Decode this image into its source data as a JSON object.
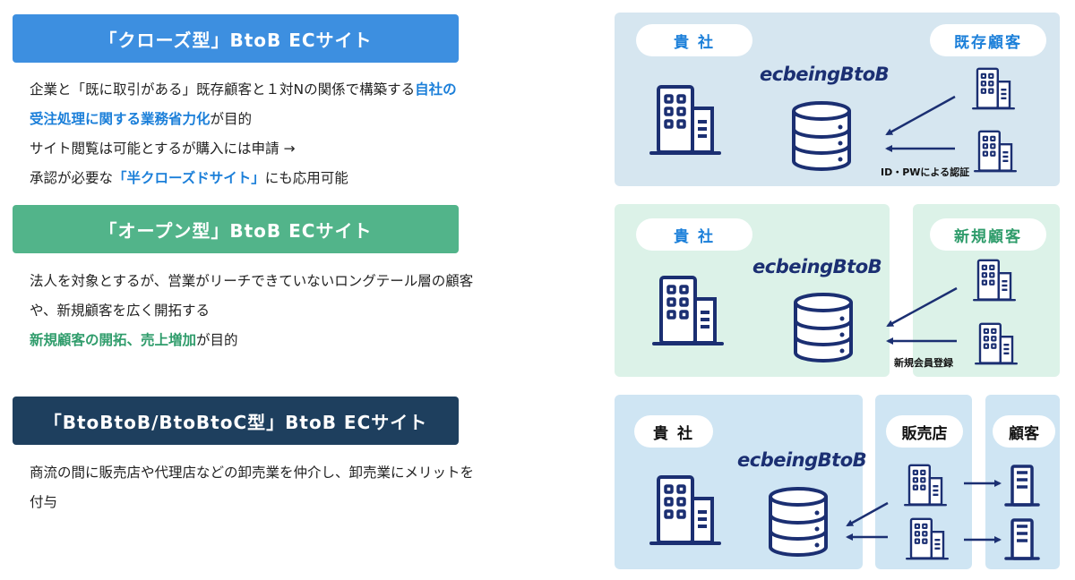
{
  "sections": [
    {
      "title": "「クローズ型」BtoB ECサイト",
      "color": "#3d8fe0",
      "lines": [
        [
          {
            "t": "企業と「既に取引がある」既存顧客と１対Nの関係で構築する"
          },
          {
            "t": "自社の",
            "hl": true
          }
        ],
        [
          {
            "t": "受注処理に関する業務省力化",
            "hl": true
          },
          {
            "t": "が目的"
          }
        ],
        [
          {
            "t": "サイト閲覧は可能とするが購入には申請 →"
          }
        ],
        [
          {
            "t": " 承認が必要な"
          },
          {
            "t": "「半クローズドサイト」",
            "hl": true
          },
          {
            "t": "にも応用可能"
          }
        ]
      ],
      "diagram": {
        "company": "貴 社",
        "customer": "既存顧客",
        "caption": "ID・PWによる認証"
      }
    },
    {
      "title": "「オープン型」BtoB ECサイト",
      "color": "#52b48a",
      "lines": [
        [
          {
            "t": "法人を対象とするが、営業がリーチできていないロングテール層の顧客"
          }
        ],
        [
          {
            "t": "や、新規顧客を広く開拓する"
          }
        ],
        [
          {
            "t": "新規顧客の開拓、売上増加",
            "hl": true
          },
          {
            "t": "が目的"
          }
        ]
      ],
      "diagram": {
        "company": "貴 社",
        "customer": "新規顧客",
        "caption": "新規会員登録"
      }
    },
    {
      "title": "「BtoBtoB/BtoBtoC型」BtoB ECサイト",
      "color": "#1e3f5e",
      "lines": [
        [
          {
            "t": "商流の間に販売店や代理店などの卸売業を仲介し、卸売業にメリットを"
          }
        ],
        [
          {
            "t": "付与"
          }
        ]
      ],
      "diagram": {
        "company": "貴 社",
        "reseller": "販売店",
        "customer": "顧客"
      }
    }
  ],
  "logo": "ecbeingBtoB",
  "colors": {
    "icon": "#1b2f72",
    "highlight_blue": "#1b7fd9",
    "highlight_green": "#2f9c6b",
    "panel1": "#d6e6f0",
    "panel2": "#dcf2e8",
    "panel3": "#cfe5f3"
  }
}
